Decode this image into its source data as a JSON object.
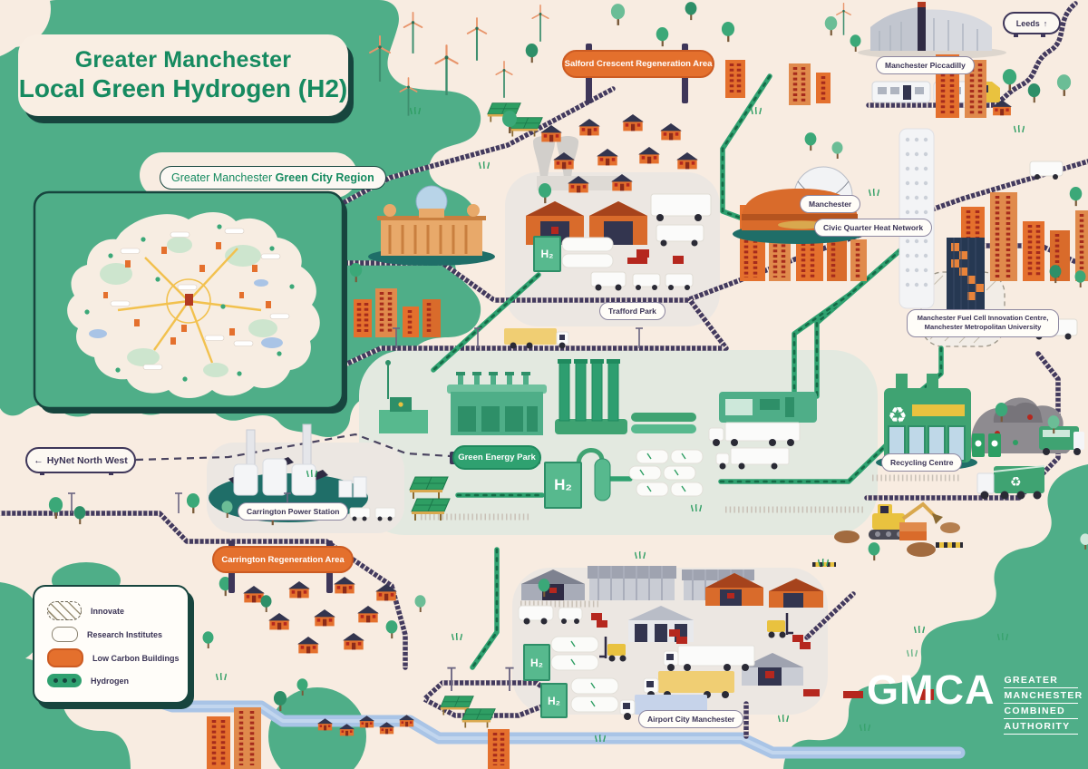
{
  "title": {
    "line1": "Greater Manchester",
    "line2": "Local Green Hydrogen (H2)"
  },
  "inset_label": {
    "regular": "Greater Manchester",
    "bold": "Green City Region"
  },
  "signs": {
    "salford_crescent": "Salford Crescent Regeneration Area",
    "carrington_regeneration": "Carrington Regeneration Area",
    "green_energy_park": "Green Energy Park",
    "leeds": "Leeds",
    "leeds_arrow": "↑",
    "hynet": "HyNet North West",
    "hynet_arrow": "←"
  },
  "labels": {
    "manchester_piccadilly": "Manchester Piccadilly",
    "manchester": "Manchester",
    "civic_quarter": "Civic Quarter Heat Network",
    "fuel_cell_line1": "Manchester Fuel Cell Innovation Centre,",
    "fuel_cell_line2": "Manchester Metropolitan University",
    "trafford_park": "Trafford Park",
    "carrington_power": "Carrington Power Station",
    "recycling_centre": "Recycling Centre",
    "airport_city": "Airport City Manchester"
  },
  "legend": {
    "innovate": "Innovate",
    "research": "Research Institutes",
    "low_carbon": "Low Carbon Buildings",
    "hydrogen": "Hydrogen"
  },
  "logo": {
    "acronym": "GMCA",
    "line1": "GREATER",
    "line2": "MANCHESTER",
    "line3": "COMBINED",
    "line4": "AUTHORITY"
  },
  "misc": {
    "h2": "H₂"
  },
  "colors": {
    "green": "#4FAE88",
    "cream": "#F8ECE1",
    "orange": "#E4702D",
    "navy": "#3E3659",
    "teal_dark": "#17453E",
    "text_green": "#168A60",
    "pipe_green": "#2FA170",
    "river_blue": "#A9C4E6"
  }
}
